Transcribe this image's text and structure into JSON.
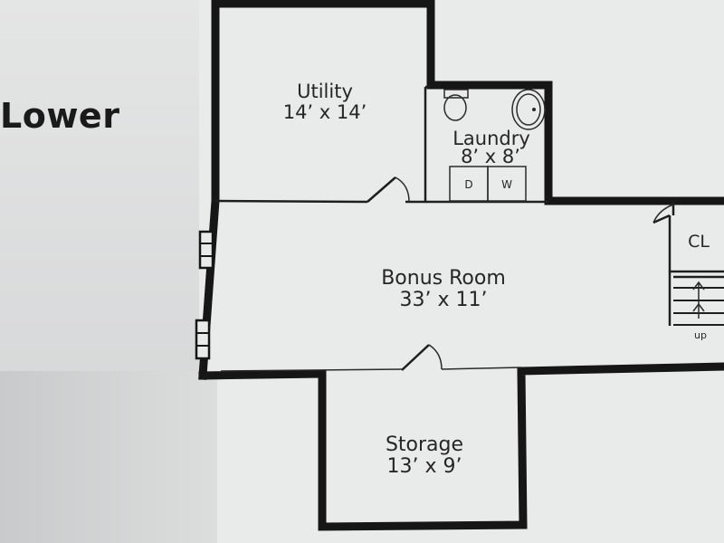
{
  "floor": {
    "label": "Lower"
  },
  "rooms": {
    "utility": {
      "name": "Utility",
      "size": "14’ x 14’"
    },
    "laundry": {
      "name": "Laundry",
      "size": "8’ x 8’"
    },
    "bonus": {
      "name": "Bonus Room",
      "size": "33’ x 11’"
    },
    "storage": {
      "name": "Storage",
      "size": "13’ x 9’"
    },
    "closet": {
      "name": "CL"
    }
  },
  "appliances": {
    "dryer": "D",
    "washer": "W"
  },
  "stairs": {
    "label": "up"
  },
  "colors": {
    "paper": "#e9eaea",
    "walls": "#161616",
    "text": "#262626"
  },
  "icons": [
    "toilet-icon",
    "sink-icon",
    "door-swing-icon",
    "window-icon",
    "stair-arrow-icon"
  ]
}
